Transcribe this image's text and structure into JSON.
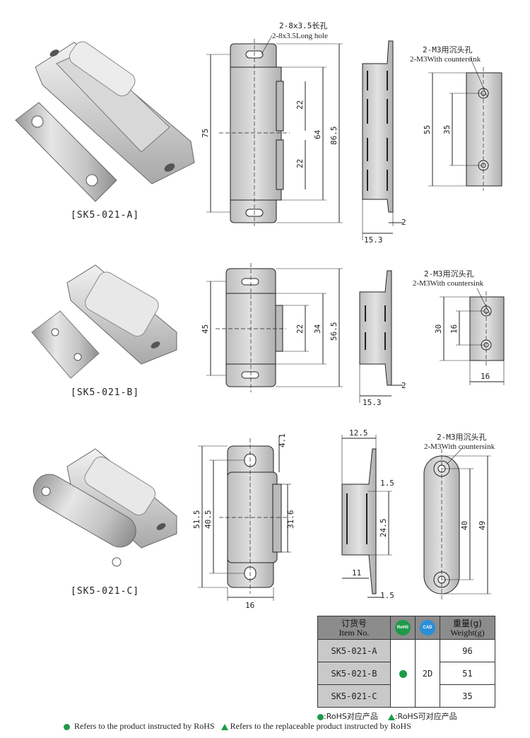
{
  "product_labels": [
    "[SK5-021-A]",
    "[SK5-021-B]",
    "[SK5-021-C]"
  ],
  "callouts": {
    "long_hole_cn": "2-8x3.5长孔",
    "long_hole_en": "2-8x3.5Long hole",
    "countersink_cn": "2-M3用沉头孔",
    "countersink_en": "2-M3With countersink"
  },
  "dims_a": {
    "d75": "75",
    "d22a": "22",
    "d22b": "22",
    "d64": "64",
    "d86": "86.5",
    "d15": "15.3",
    "d2": "2",
    "d55": "55",
    "d35": "35"
  },
  "dims_b": {
    "d45": "45",
    "d22": "22",
    "d34": "34",
    "d56": "56.5",
    "d15": "15.3",
    "d2": "2",
    "d30": "30",
    "d16a": "16",
    "d16b": "16"
  },
  "dims_c": {
    "d4": "4.1",
    "d51": "51.5",
    "d40": "40.5",
    "d31": "31.6",
    "d16": "16",
    "d12": "12.5",
    "d15": "1.5",
    "d24": "24.5",
    "d11": "11",
    "d15b": "1.5",
    "d40b": "40",
    "d49": "49"
  },
  "table": {
    "h_item_cn": "订货号",
    "h_item_en": "Item No.",
    "h_rohs": "RoHS",
    "h_cad": "CAD",
    "h_weight_cn": "重量(g)",
    "h_weight_en": "Weight(g)",
    "rows": [
      {
        "item": "SK5-021-A",
        "weight": "96"
      },
      {
        "item": "SK5-021-B",
        "weight": "51"
      },
      {
        "item": "SK5-021-C",
        "weight": "35"
      }
    ],
    "cad_value": "2D"
  },
  "legend": {
    "cn_rohs": ":RoHS对应产品",
    "cn_replace": ":RoHS可对应产品",
    "en_rohs": "Refers to the product instructed by RoHS",
    "en_replace": "Refers to the replaceable product instructed by RoHS"
  },
  "colors": {
    "rohs_green": "#1e9a4a",
    "cad_blue": "#2a8fd6",
    "header_grey": "#8c8c8c"
  }
}
